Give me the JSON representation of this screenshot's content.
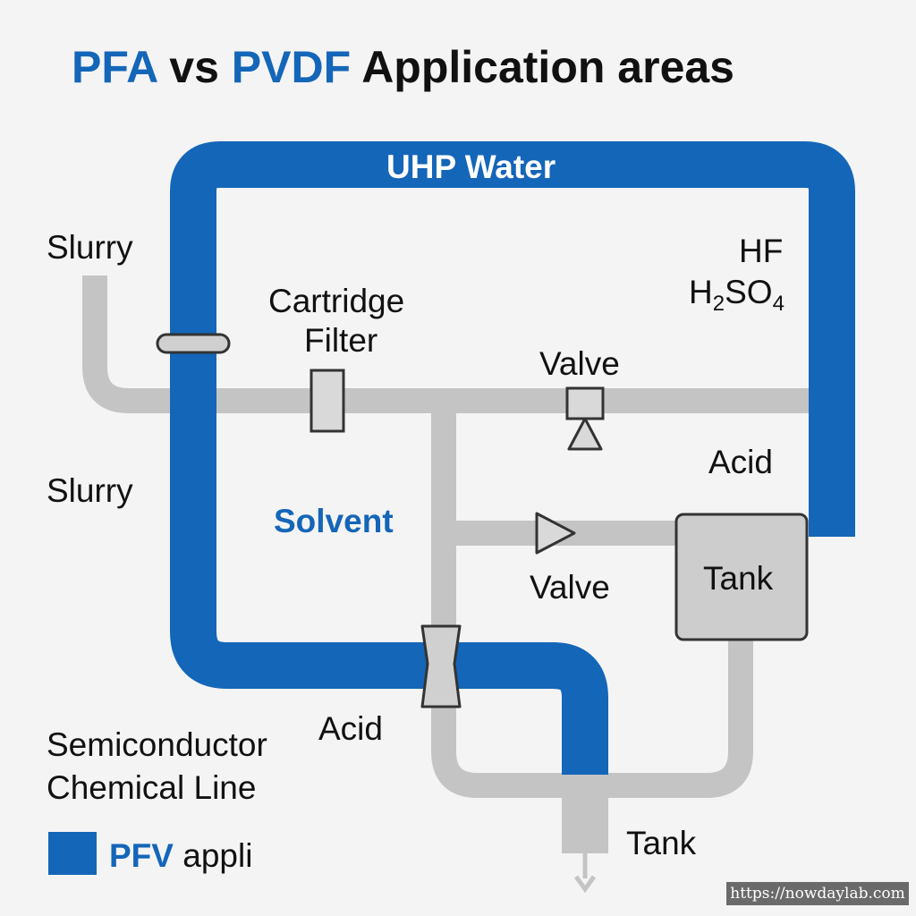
{
  "title": {
    "part1": "PFA",
    "part2": " vs ",
    "part3": "PVDF",
    "part4": " Application areas"
  },
  "loop_label": "UHP Water",
  "labels": {
    "slurry_top": "Slurry",
    "slurry_mid": "Slurry",
    "cartridge_filter_line1": "Cartridge",
    "cartridge_filter_line2": "Filter",
    "valve_top": "Valve",
    "valve_bottom": "Valve",
    "hf": "HF",
    "h2so4": {
      "h": "H",
      "sub2": "2",
      "so": "SO",
      "sub4": "4"
    },
    "acid_right": "Acid",
    "solvent": "Solvent",
    "tank_box": "Tank",
    "acid_bottom": "Acid",
    "semiconductor_line1": "Semiconductor",
    "semiconductor_line2": "Chemical Line",
    "tank_bottom": "Tank"
  },
  "legend": {
    "label_bold": "PFV",
    "label_rest": "appli"
  },
  "watermark": "https://nowdaylab.com",
  "colors": {
    "pfa_blue": "#1466b8",
    "pipe_gray": "#c4c4c4",
    "component_fill": "#d9d9d9",
    "outline": "#333333",
    "background": "#f4f4f4"
  }
}
